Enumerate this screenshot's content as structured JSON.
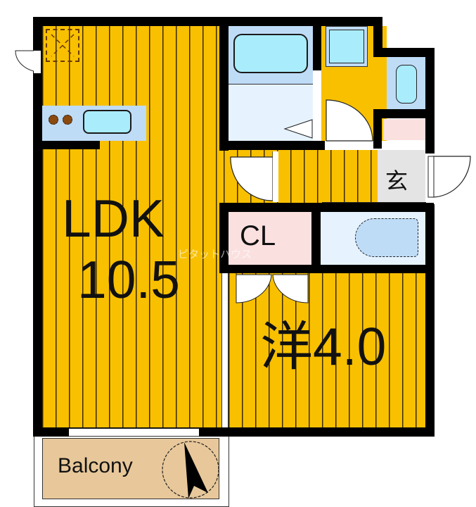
{
  "floor_plan": {
    "rooms": [
      {
        "id": "ldk",
        "label": "LDK",
        "size": "10.5"
      },
      {
        "id": "western-room",
        "label": "洋",
        "size": "4.0"
      },
      {
        "id": "closet",
        "label": "CL"
      },
      {
        "id": "entrance",
        "label": "玄"
      },
      {
        "id": "balcony",
        "label": "Balcony"
      }
    ],
    "watermark": "ピタットハウス",
    "colors": {
      "floor": "#f9c000",
      "wall": "#000000",
      "wet_area": "#bfdcf7",
      "fixture": "#a9ecfb",
      "closet": "#fbe0e0",
      "entrance": "#e4e4e4",
      "balcony": "#e8c89a"
    }
  },
  "fixtures": [
    "kitchen-counter",
    "stove-burners",
    "sink",
    "bathtub",
    "washbasin",
    "washing-machine-pan",
    "toilet",
    "refrigerator-space",
    "shoe-box"
  ],
  "compass": {
    "direction": "north-arrow"
  }
}
